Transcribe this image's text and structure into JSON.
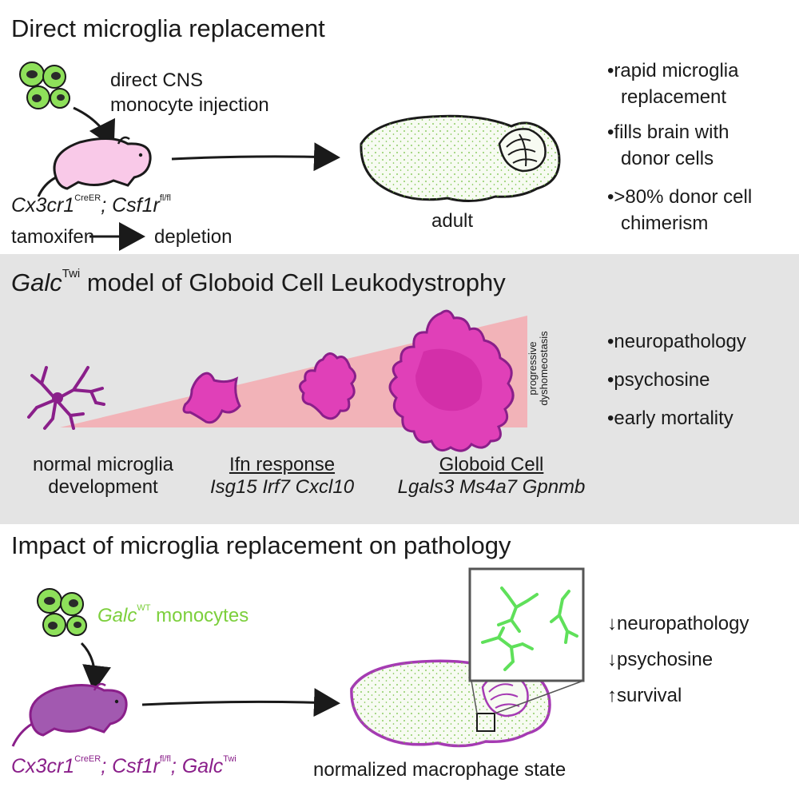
{
  "colors": {
    "panel_gray": "#e4e4e4",
    "donor_green": "#7ccf3c",
    "twi_purple": "#8a1f8a",
    "globoid_magenta": "#e040b8",
    "pink_wedge": "#f2b3b8",
    "wt_pink": "#f9c9e8"
  },
  "section1": {
    "title": "Direct microglia replacement",
    "injection_line1": "direct CNS",
    "injection_line2": "monocyte injection",
    "genotype_a": "Cx3cr1",
    "genotype_a_sup": "CreER",
    "genotype_sep": "; ",
    "genotype_b": "Csf1r",
    "genotype_b_sup": "fl/fl",
    "tamoxifen": "tamoxifen",
    "depletion": "depletion",
    "adult_label": "adult",
    "bullets": [
      {
        "line1": "rapid microglia",
        "line2": "replacement"
      },
      {
        "line1": "fills brain with",
        "line2": "donor cells"
      },
      {
        "line1": ">80% donor cell",
        "line2": "chimerism"
      }
    ]
  },
  "section2": {
    "title_gene": "Galc",
    "title_sup": "Twi",
    "title_rest": " model of Globoid Cell Leukodystrophy",
    "stage1_line1": "normal microglia",
    "stage1_line2": "development",
    "stage2_header": "Ifn response",
    "stage2_genes": "Isg15 Irf7 Cxcl10",
    "stage3_header": "Globoid Cell",
    "stage3_genes": "Lgals3 Ms4a7 Gpnmb",
    "wedge_label_line1": "progressive",
    "wedge_label_line2": "dyshomeostasis",
    "bullets": [
      "neuropathology",
      "psychosine",
      "early mortality"
    ]
  },
  "section3": {
    "title": "Impact of microglia replacement on pathology",
    "donor_gene": "Galc",
    "donor_sup": "WT",
    "donor_rest": " monocytes",
    "genotype_a": "Cx3cr1",
    "genotype_a_sup": "CreER",
    "genotype_b": "Csf1r",
    "genotype_b_sup": "fl/fl",
    "genotype_c": "Galc",
    "genotype_c_sup": "Twi",
    "sep": "; ",
    "result_label": "normalized macrophage state",
    "outcomes": [
      {
        "arrow": "↓",
        "label": "neuropathology"
      },
      {
        "arrow": "↓",
        "label": "psychosine"
      },
      {
        "arrow": "↑",
        "label": "survival"
      }
    ]
  }
}
